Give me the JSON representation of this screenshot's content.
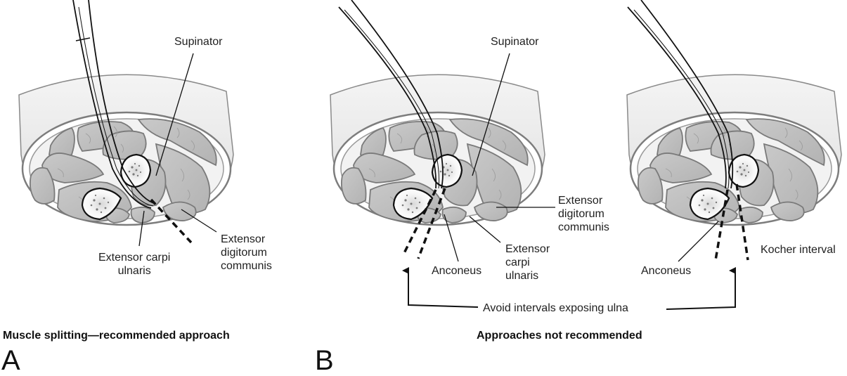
{
  "figure": {
    "panel_a": {
      "letter": "A",
      "caption": "Muscle splitting—recommended approach",
      "labels": {
        "supinator": "Supinator",
        "ecu": [
          "Extensor carpi",
          "ulnaris"
        ],
        "edc": [
          "Extensor",
          "digitorum",
          "communis"
        ]
      }
    },
    "panel_b": {
      "letter": "B",
      "caption": "Approaches not recommended",
      "left": {
        "labels": {
          "supinator": "Supinator",
          "edc": [
            "Extensor",
            "digitorum",
            "communis"
          ],
          "ecu": [
            "Extensor",
            "carpi",
            "ulnaris"
          ],
          "anconeus": "Anconeus"
        }
      },
      "right": {
        "labels": {
          "anconeus": "Anconeus",
          "kocher": "Kocher interval"
        }
      },
      "shared_note": "Avoid intervals exposing ulna"
    },
    "colors": {
      "muscle": "#bdbdbd",
      "muscle_outline": "#7a7a7a",
      "skin": "#e6e6e6",
      "bone": "#ffffff",
      "ink": "#111111"
    }
  }
}
